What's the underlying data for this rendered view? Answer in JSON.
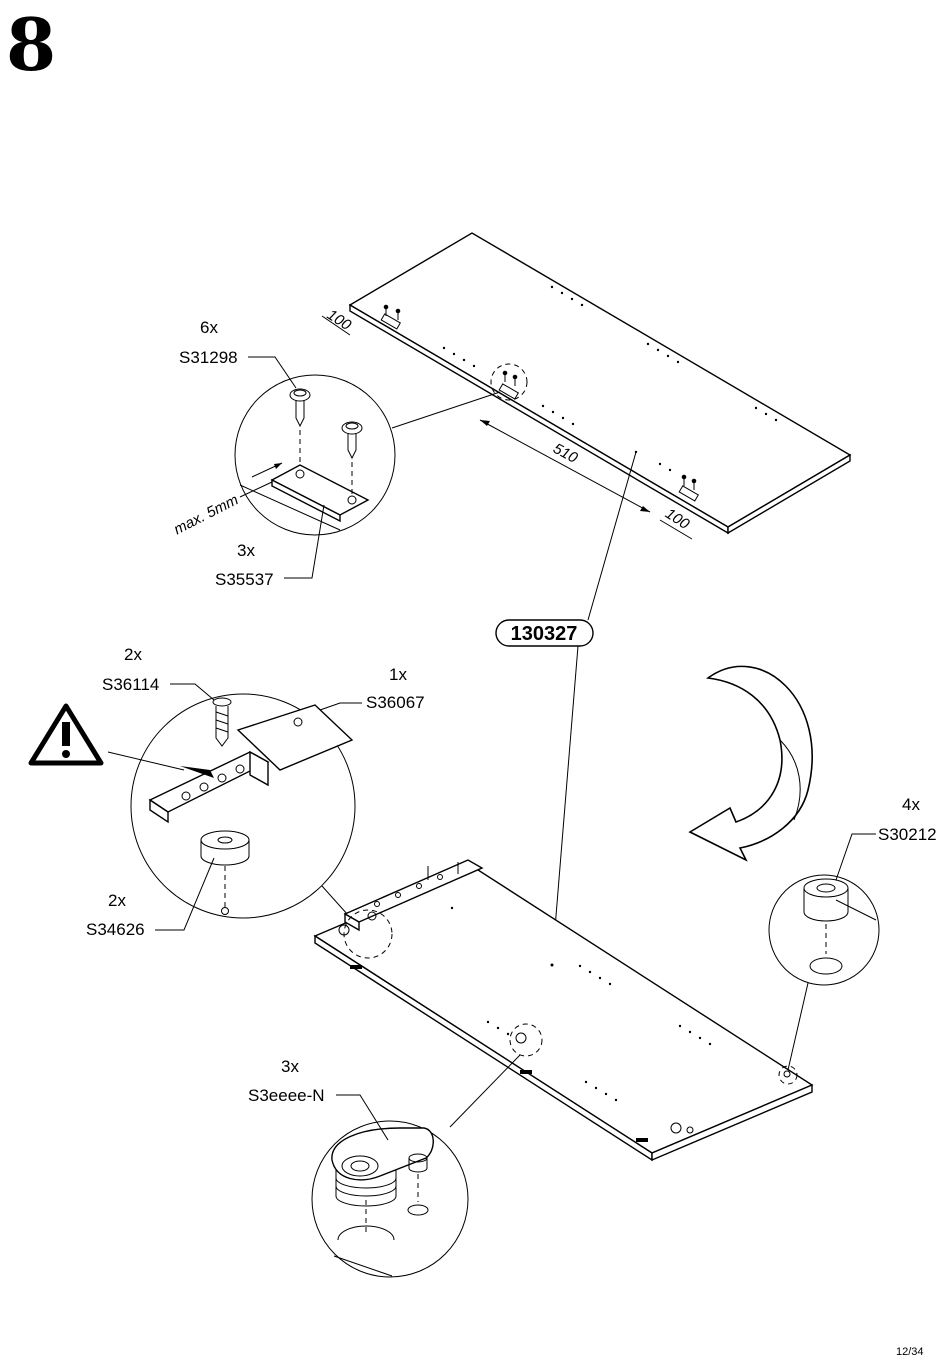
{
  "step_number": "8",
  "page_indicator": "12/34",
  "main_part": "130327",
  "top_panel": {
    "dimensions": [
      "100",
      "510",
      "100",
      "max. 5mm"
    ]
  },
  "hardware": [
    {
      "qty": "6x",
      "code": "S31298"
    },
    {
      "qty": "3x",
      "code": "S35537"
    },
    {
      "qty": "2x",
      "code": "S36114"
    },
    {
      "qty": "1x",
      "code": "S36067"
    },
    {
      "qty": "2x",
      "code": "S34626"
    },
    {
      "qty": "4x",
      "code": "S30212"
    },
    {
      "qty": "3x",
      "code": "S3eeee-N"
    }
  ],
  "icons": [
    "warning-icon",
    "rotate-arrow-icon"
  ]
}
